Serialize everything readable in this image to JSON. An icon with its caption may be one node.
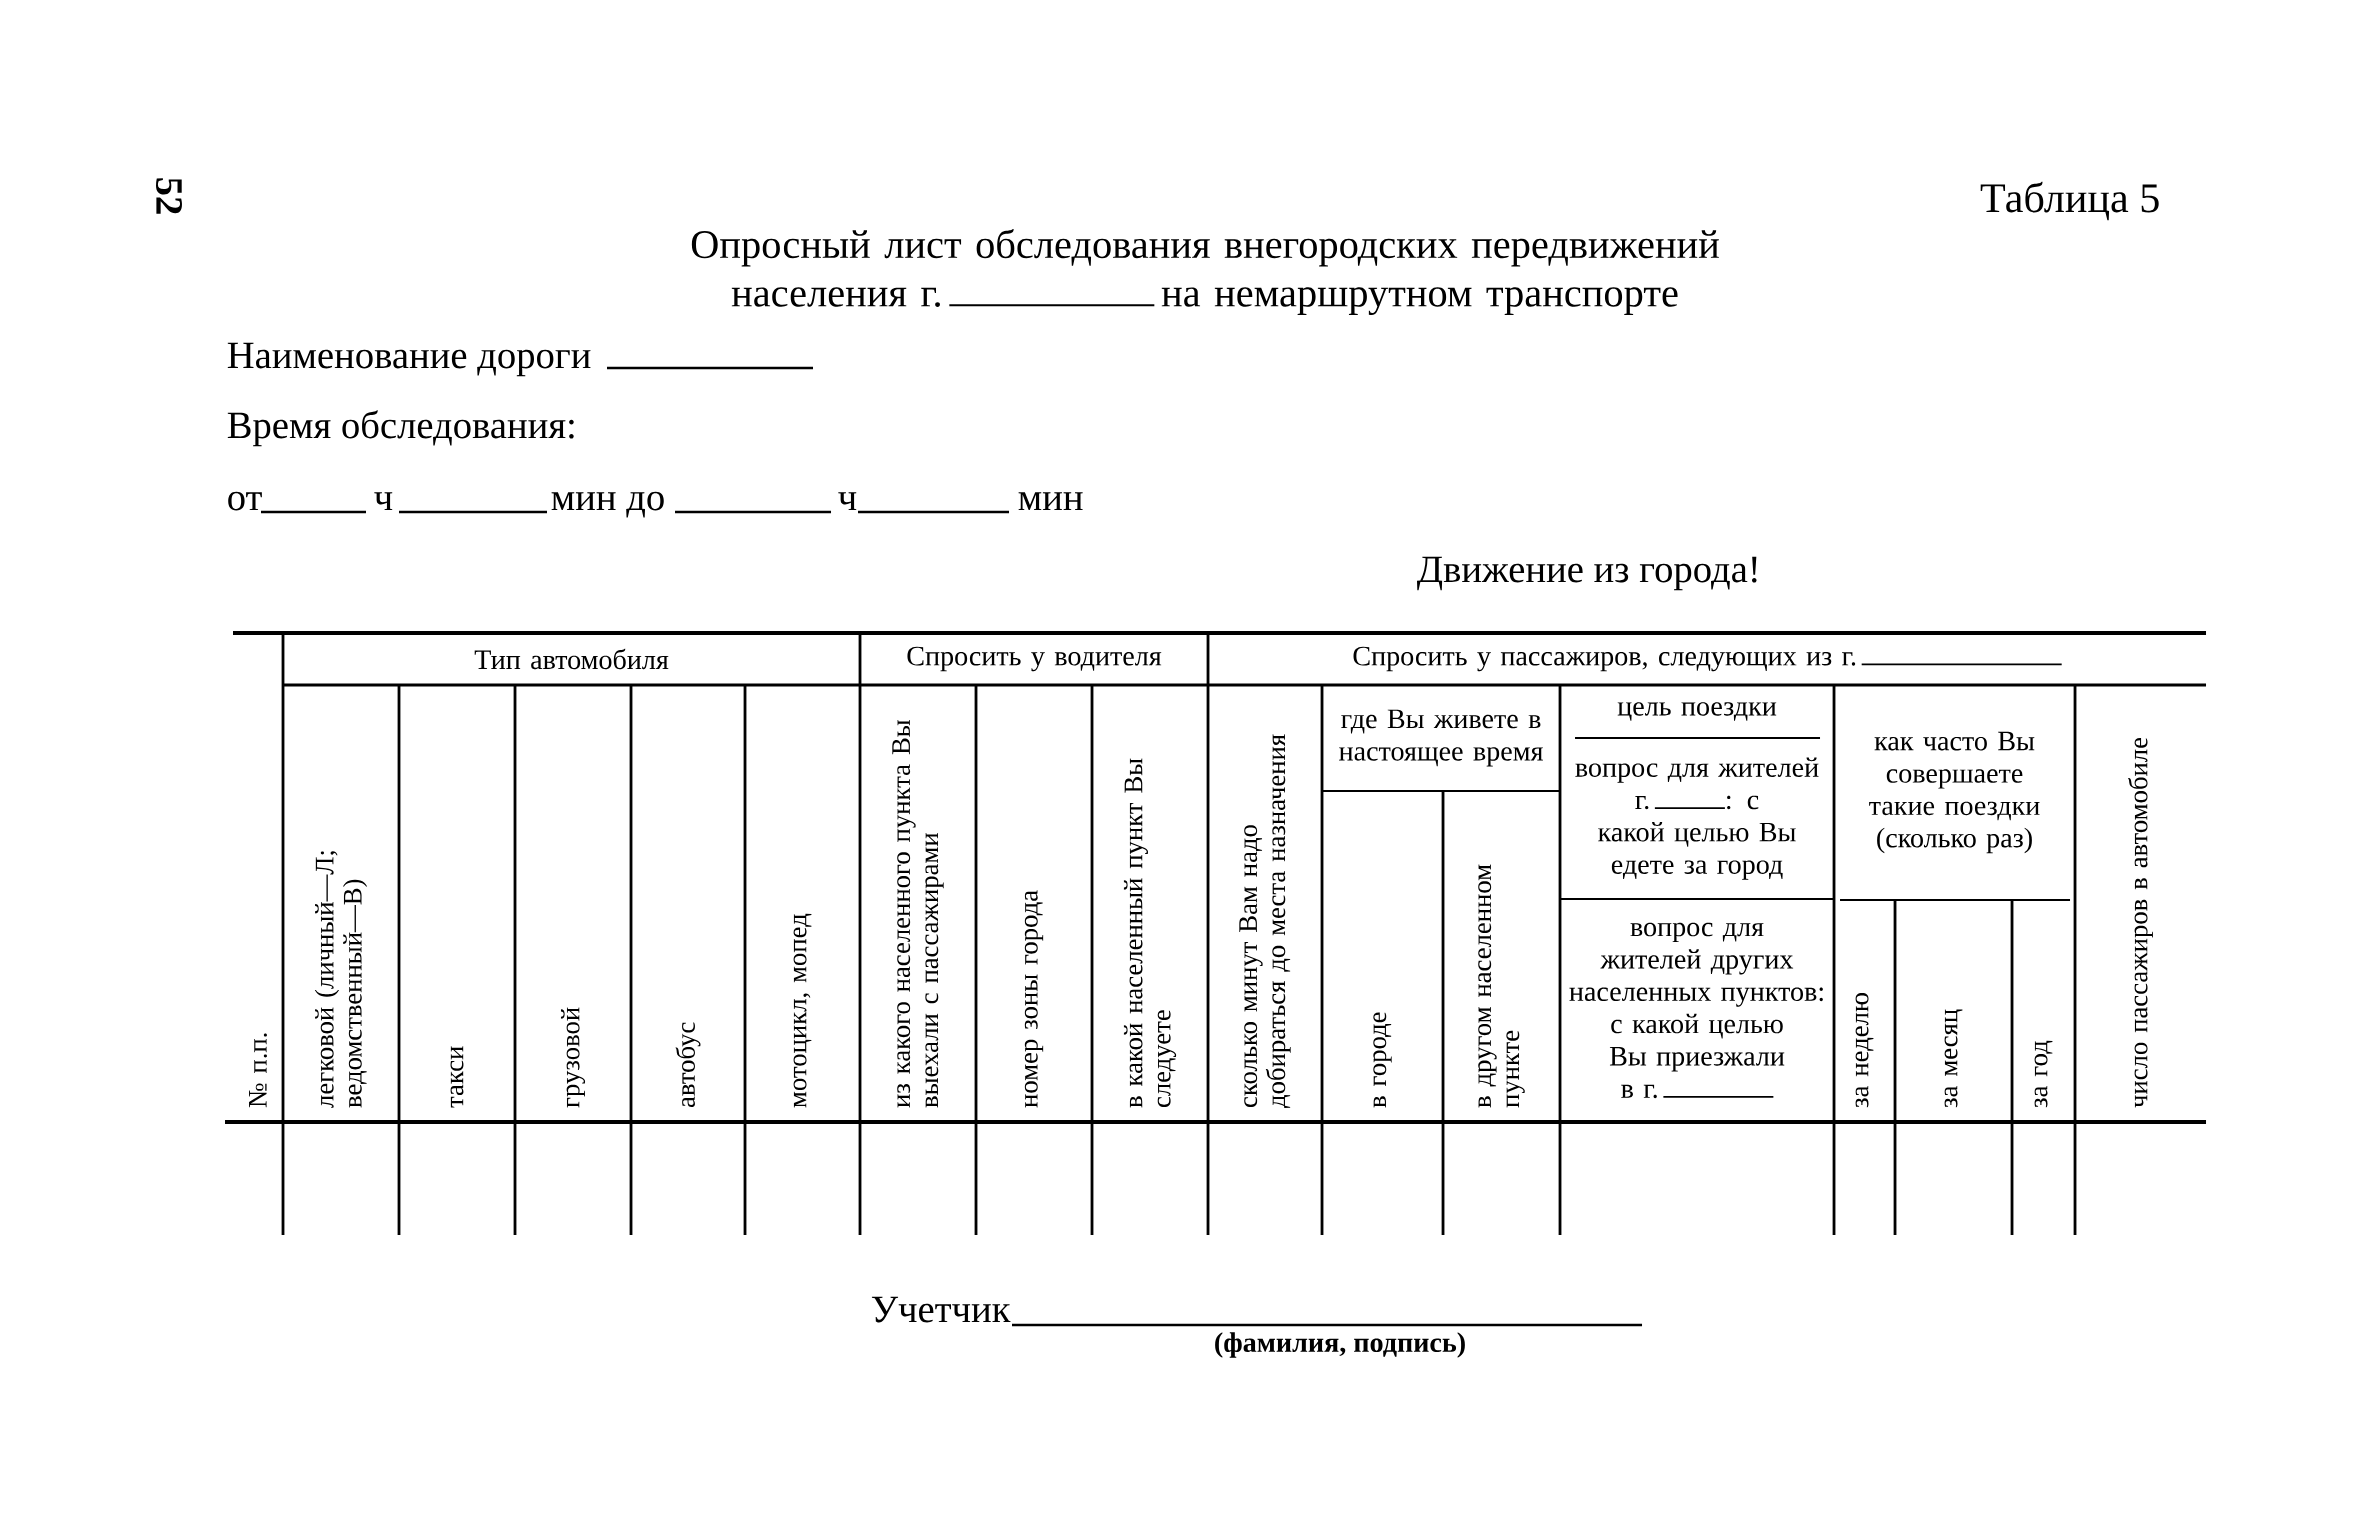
{
  "diagram": {
    "title": "Опросный лист обследования внегородских передвижений населения г.",
    "labels": [
      "52",
      "Таблица 5",
      "на немаршрутном транспорте",
      "Наименование дороги",
      "Время обследования:",
      "от",
      "ч",
      "мин до",
      "ч",
      "мин",
      "Движение из города!",
      "№ п.п.",
      "Тип автомобиля",
      "Спросить у водителя",
      "Спросить у пассажиров, следующих из г.",
      "легковой (личный—Л; ведомственный—В)",
      "такси",
      "грузовой",
      "автобус",
      "мотоцикл, мопед",
      "из какого населенного пункта Вы выехали с пассажирами",
      "номер зоны города",
      "в какой населенный пункт Вы следуете",
      "сколько минут Вам надо добираться до места назначения",
      "где Вы живете в настоящее время",
      "цель поездки",
      "как часто Вы совершаете такие поездки (сколько раз)",
      "число пассажиров в автомобиле",
      "вопрос для жителей г.",
      ": с какой целью Вы едете за город",
      "в городе",
      "в другом населенном пункте",
      "за неделю",
      "за месяц",
      "за год",
      "вопрос для жителей других населенных пунктов: с какой целью Вы приезжали в г.",
      "Учетчик",
      "(фамилия, подпись)"
    ]
  }
}
